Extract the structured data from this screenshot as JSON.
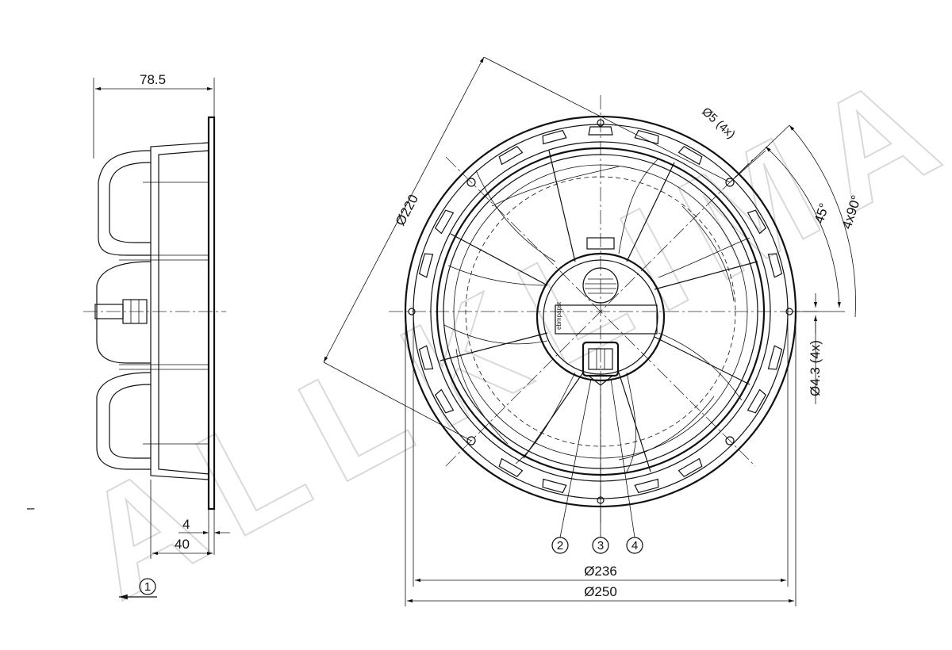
{
  "watermark": {
    "text": "ALLKLIMA"
  },
  "brand_label": "ebmpapst",
  "side_view": {
    "dim_depth": "78.5",
    "dim_flange": "4",
    "dim_depth_flange": "40",
    "airflow_callout": "1",
    "left_marker": "–"
  },
  "front_view": {
    "dim_bolt_circle": "Ø220",
    "dim_mount_hole_upper": "Ø5 (4x)",
    "dim_mount_hole_lower": "Ø4.3 (4x)",
    "dim_angle_small": "45°",
    "dim_angle_large": "4x90°",
    "dim_inner_diameter": "Ø236",
    "dim_outer_diameter": "Ø250",
    "callouts": [
      "2",
      "3",
      "4"
    ]
  }
}
